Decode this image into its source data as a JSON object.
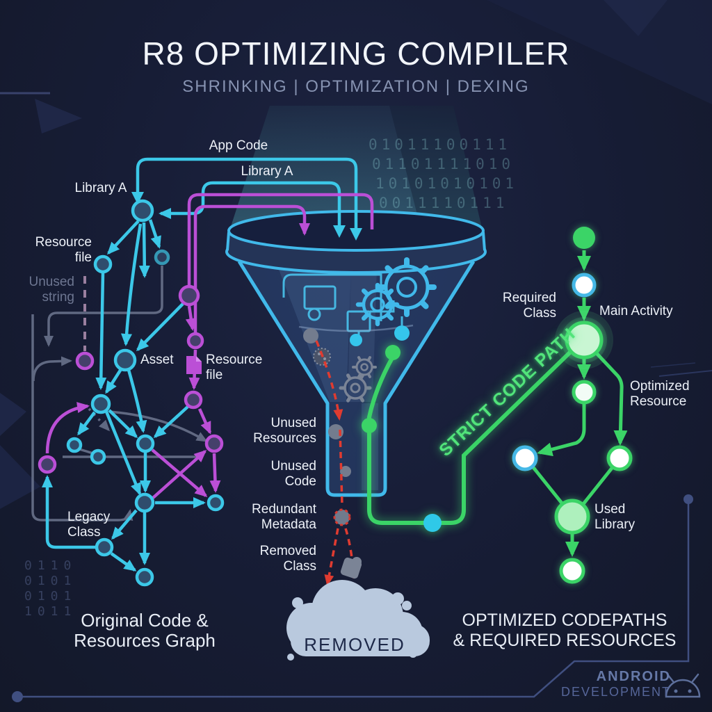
{
  "title": "R8 OPTIMIZING COMPILER",
  "subtitle": "SHRINKING | OPTIMIZATION | DEXING",
  "colors": {
    "background": "#171d36",
    "cyan": "#3cc8e8",
    "magenta": "#bb4fd6",
    "green": "#3bd467",
    "red": "#e03b30",
    "gray": "#6e7790",
    "cloud": "#b9c9de"
  },
  "beam_binary_rows": [
    "01011100111",
    "01101111010",
    "10101010101",
    "0011110111"
  ],
  "corner_binary_rows": [
    "0110",
    "0101",
    "0101",
    "1011"
  ],
  "left_graph": {
    "caption": [
      "Original Code &",
      "Resources Graph"
    ],
    "labels": {
      "app_code": "App Code",
      "library_a_top": "Library A",
      "library_a_left": "Library A",
      "resource_file_left": [
        "Resource",
        "file"
      ],
      "unused_string": [
        "Unused",
        "string"
      ],
      "asset": "Asset",
      "resource_file_mid": [
        "Resource",
        "file"
      ],
      "legacy_class": [
        "Legacy",
        "Class"
      ]
    }
  },
  "funnel": {
    "labels": {
      "unused_resources": [
        "Unused",
        "Resources"
      ],
      "unused_code": [
        "Unused",
        "Code"
      ],
      "redundant_metadata": [
        "Redundant",
        "Metadata"
      ],
      "removed_class": [
        "Removed",
        "Class"
      ],
      "cloud": "REMOVED"
    }
  },
  "right_graph": {
    "caption": [
      "OPTIMIZED CODEPATHS",
      "& REQUIRED RESOURCES"
    ],
    "labels": {
      "required_class": [
        "Required",
        "Class"
      ],
      "main_activity": "Main Activity",
      "optimized_resource": [
        "Optimized",
        "Resource"
      ],
      "used_library": [
        "Used",
        "Library"
      ],
      "strict_code_path": "STRICT CODE PATH"
    }
  },
  "footer": {
    "brand_top": "ANDROID",
    "brand_bottom": "DEVELOPMENT"
  }
}
